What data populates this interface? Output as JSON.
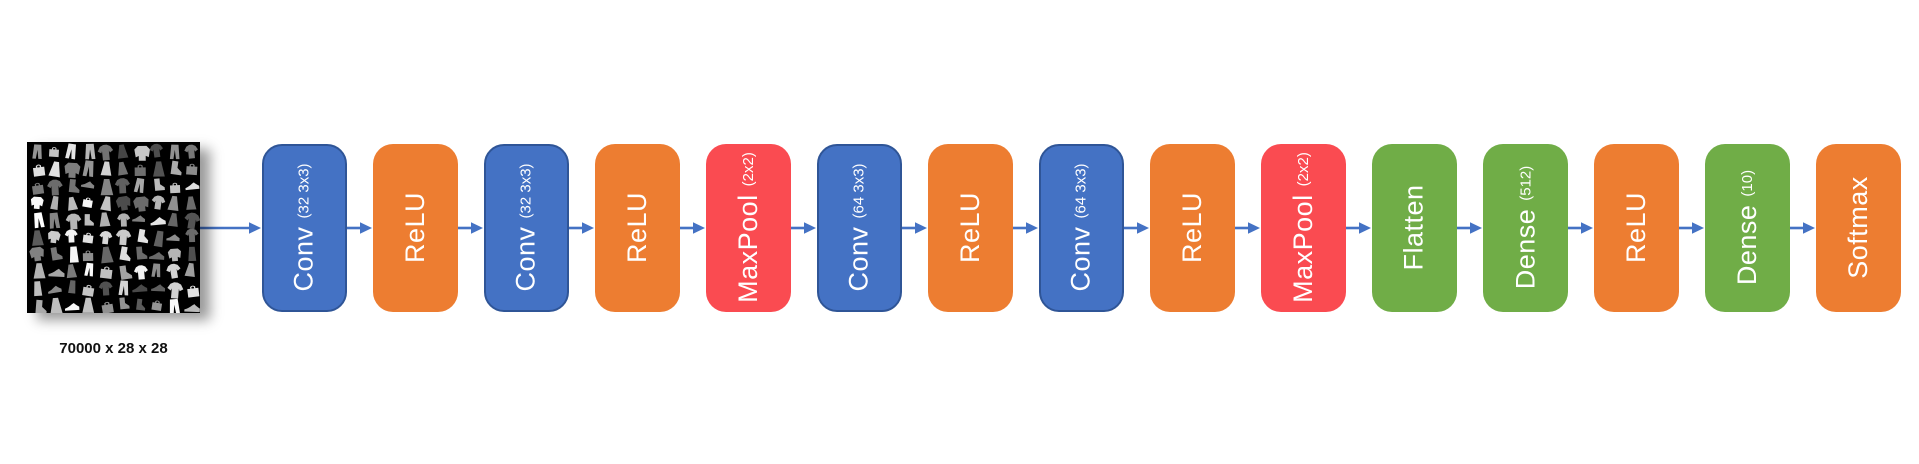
{
  "diagram": {
    "input": {
      "shape_label": "70000 x 28 x 28",
      "image_description": "fashion-mnist-sample-grid"
    },
    "layers": [
      {
        "label": "Conv",
        "sublabel": "(32 3x3)",
        "kind": "conv"
      },
      {
        "label": "ReLU",
        "sublabel": "",
        "kind": "activation"
      },
      {
        "label": "Conv",
        "sublabel": "(32 3x3)",
        "kind": "conv"
      },
      {
        "label": "ReLU",
        "sublabel": "",
        "kind": "activation"
      },
      {
        "label": "MaxPool",
        "sublabel": "(2x2)",
        "kind": "pool"
      },
      {
        "label": "Conv",
        "sublabel": "(64 3x3)",
        "kind": "conv"
      },
      {
        "label": "ReLU",
        "sublabel": "",
        "kind": "activation"
      },
      {
        "label": "Conv",
        "sublabel": "(64 3x3)",
        "kind": "conv"
      },
      {
        "label": "ReLU",
        "sublabel": "",
        "kind": "activation"
      },
      {
        "label": "MaxPool",
        "sublabel": "(2x2)",
        "kind": "pool"
      },
      {
        "label": "Flatten",
        "sublabel": "",
        "kind": "dense"
      },
      {
        "label": "Dense",
        "sublabel": "(512)",
        "kind": "dense"
      },
      {
        "label": "ReLU",
        "sublabel": "",
        "kind": "activation"
      },
      {
        "label": "Dense",
        "sublabel": "(10)",
        "kind": "dense"
      },
      {
        "label": "Softmax",
        "sublabel": "",
        "kind": "activation"
      }
    ],
    "colors": {
      "conv_fill": "#4472C4",
      "conv_border": "#2F5597",
      "activation_fill": "#ED7D31",
      "pool_fill": "#FA4B51",
      "dense_fill": "#70AD47",
      "arrow": "#4472C4",
      "input_label_color": "#111111",
      "background": "#FFFFFF"
    }
  }
}
